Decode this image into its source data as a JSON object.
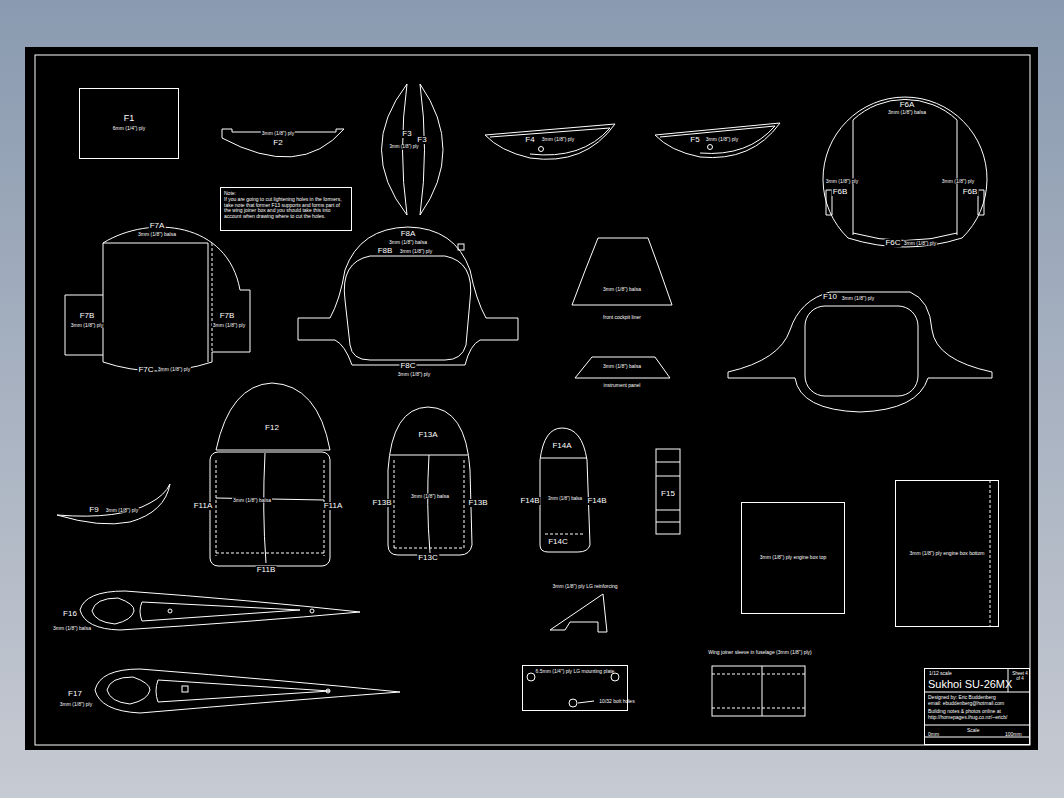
{
  "diagram": {
    "nodes": [
      {
        "text": [
          "F1",
          "6mm (1/4\") ply"
        ]
      },
      {
        "text": [
          "Note:",
          "If you are going to cut lightening holes in the formers, take note that former F13 supports and forms part of the wing joiner box and you should take this into account when drawing where to cut the holes."
        ]
      },
      {
        "text": [
          "3mm (1/8\") ply engine box top"
        ]
      },
      {
        "text": [
          "3mm (1/8\") ply engine box bottom"
        ]
      },
      {
        "text": [
          "6.5mm (1/4\") ply LG mounting plate"
        ]
      },
      {
        "text": [
          "1/12 scale",
          "Sukhoi SU-26MX",
          "Sheet 4 of 4",
          "Designed by: Eric Buddenberg",
          "email: ebuddenberg@hotmail.com",
          "Building notes & photos online at",
          "http://homepages.ihug.co.nz/~ericb/",
          "0mm",
          "Scale",
          "100mm"
        ]
      }
    ],
    "labels": [
      "3mm (1/8\") ply",
      "F2",
      "F3",
      "F3",
      "3mm (1/8\") ply",
      "F4",
      "3mm (1/8\") ply",
      "F5",
      "3mm (1/8\") ply",
      "F6A",
      "3mm (1/8\") balsa",
      "3mm (1/8\") ply",
      "F6B",
      "3mm (1/8\") ply",
      "F6B",
      "F6C",
      "3mm (1/8\") ply",
      "F7A",
      "3mm (1/8\") balsa",
      "F7B",
      "3mm (1/8\") ply",
      "F7B",
      "3mm (1/8\") ply",
      "F7C",
      "3mm (1/8\") ply",
      "F8A",
      "3mm (1/8\") balsa",
      "F8B",
      "3mm (1/8\") ply",
      "F8C",
      "3mm (1/8\") ply",
      "3mm (1/8\") balsa",
      "front cockpit liner",
      "3mm (1/8\") balsa",
      "instrument panel",
      "F10",
      "3mm (1/8\") ply",
      "F12",
      "F11A",
      "3mm (1/8\") balsa",
      "F11A",
      "F11B",
      "F13A",
      "F13B",
      "3mm (1/8\") balsa",
      "F13B",
      "F13C",
      "F14A",
      "F14B",
      "3mm (1/8\") balsa",
      "F14B",
      "F14C",
      "F15",
      "F9",
      "3mm (1/8\") ply",
      "F16",
      "3mm (1/8\") balsa",
      "F17",
      "3mm (1/8\") ply",
      "3mm (1/8\") ply LG reinforcing",
      "10/32 bolt holes",
      "Wing joiner sleeve in fuselage (3mm (1/8\") ply)"
    ]
  }
}
